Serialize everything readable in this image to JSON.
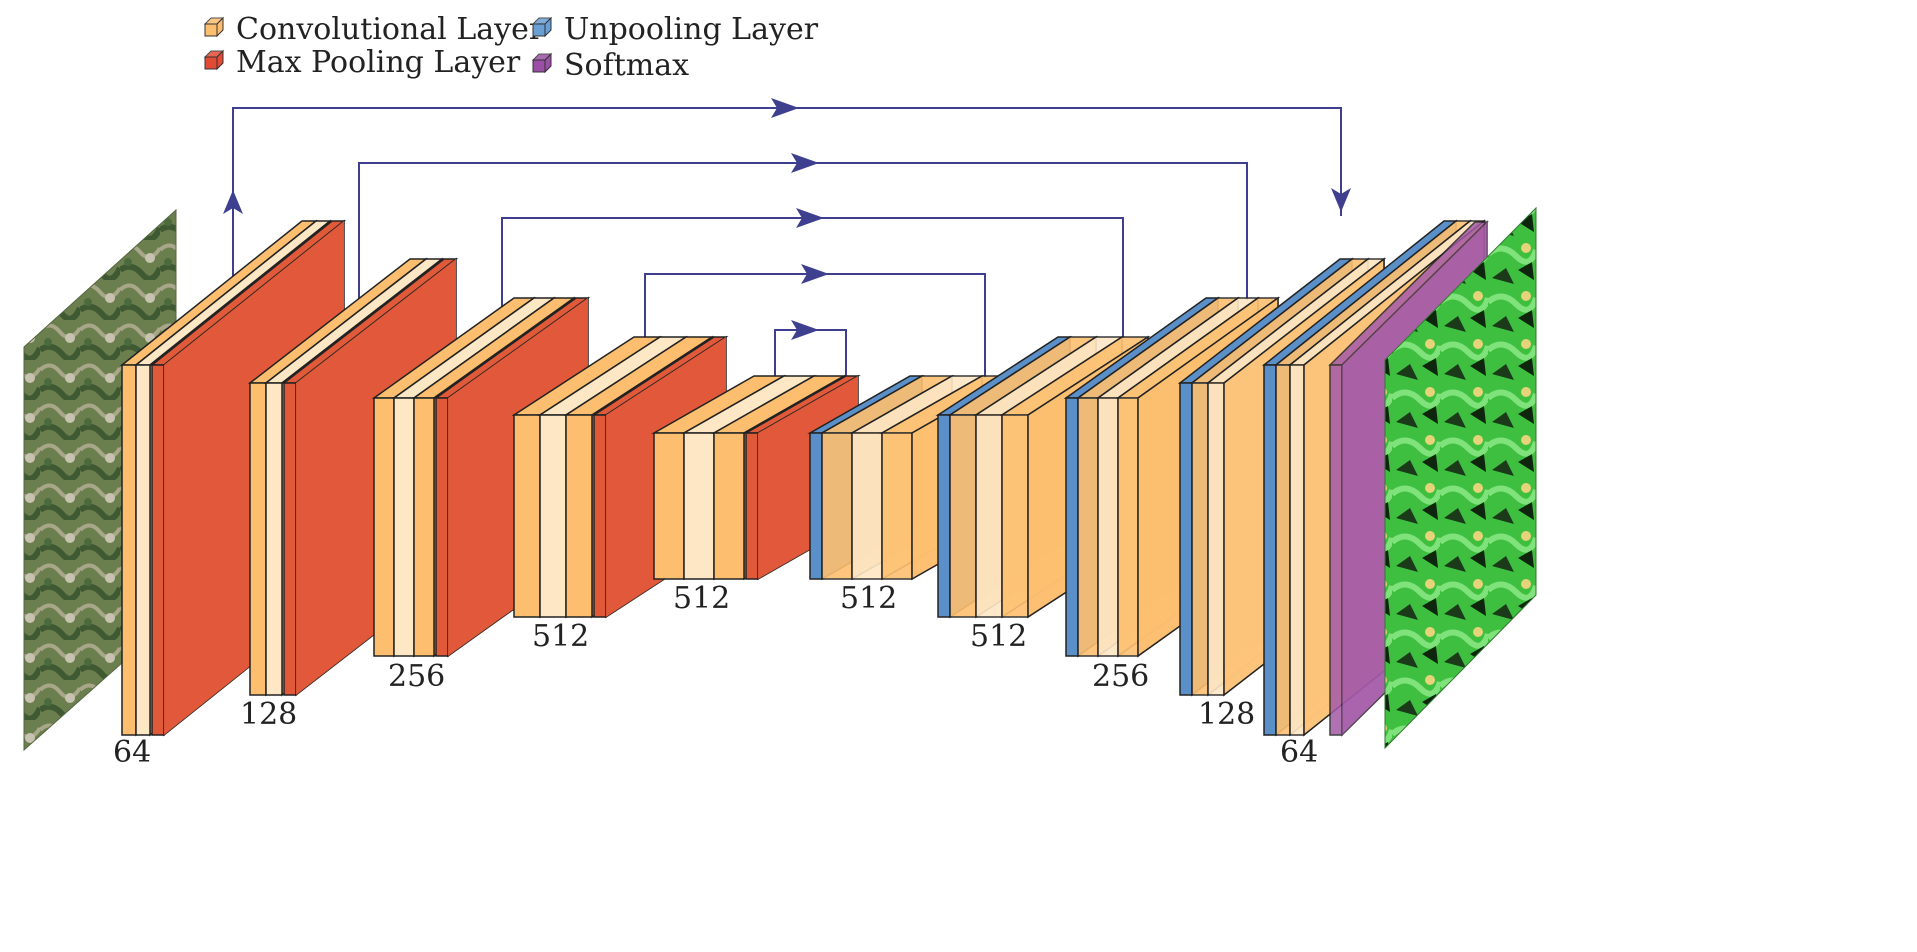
{
  "legend": [
    {
      "key": "conv",
      "label": "Convolutional Layer",
      "color": "#fdbf6f"
    },
    {
      "key": "pool",
      "label": "Max Pooling Layer",
      "color": "#e34a33"
    },
    {
      "key": "unpool",
      "label": "Unpooling Layer",
      "color": "#6a9fd4"
    },
    {
      "key": "softmax",
      "label": "Softmax",
      "color": "#9b4fa6"
    }
  ],
  "encoder": [
    {
      "label": "64",
      "convs": 2,
      "ending": "pool"
    },
    {
      "label": "128",
      "convs": 2,
      "ending": "pool"
    },
    {
      "label": "256",
      "convs": 3,
      "ending": "pool"
    },
    {
      "label": "512",
      "convs": 3,
      "ending": "pool"
    },
    {
      "label": "512",
      "convs": 3,
      "ending": "pool"
    }
  ],
  "decoder": [
    {
      "label": "512",
      "convs": 3,
      "start": "unpool"
    },
    {
      "label": "512",
      "convs": 3,
      "start": "unpool"
    },
    {
      "label": "256",
      "convs": 3,
      "start": "unpool"
    },
    {
      "label": "128",
      "convs": 2,
      "start": "unpool"
    },
    {
      "label": "64",
      "convs": 2,
      "start": "unpool",
      "ending": "softmax"
    }
  ],
  "images": [
    {
      "key": "input",
      "description_icon": "satellite-image"
    },
    {
      "key": "output",
      "description_icon": "segmentation-map"
    }
  ],
  "skip_connections": 5,
  "colors": {
    "arrow": "#3f3f8f",
    "conv_face": "#fdbf6f",
    "conv_light": "#fde7c4",
    "conv_dark": "#f29a4a",
    "pool": "#e05a3a",
    "unpool": "#5b8fc8",
    "softmax": "#a45aa8"
  }
}
